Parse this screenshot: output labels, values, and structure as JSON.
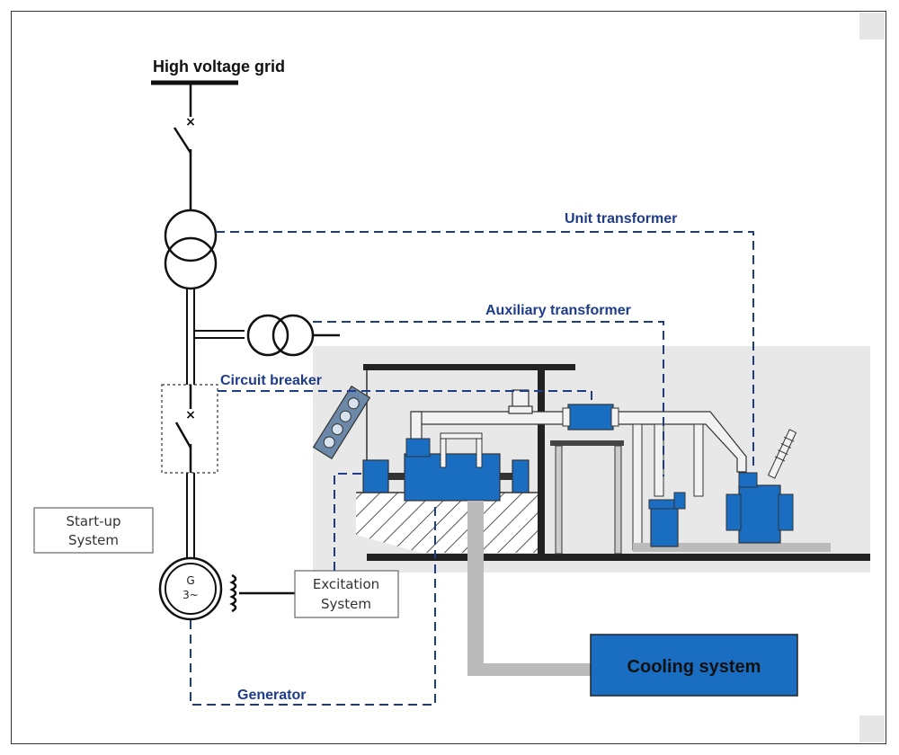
{
  "labels": {
    "grid": "High voltage grid",
    "unit_transformer": "Unit transformer",
    "aux_transformer": "Auxiliary transformer",
    "circuit_breaker": "Circuit breaker",
    "startup_line1": "Start-up",
    "startup_line2": "System",
    "excitation_line1": "Excitation",
    "excitation_line2": "System",
    "generator": "Generator",
    "cooling": "Cooling system",
    "gen_symbol_g": "G",
    "gen_symbol_phase": "3~"
  },
  "colors": {
    "dashed_blue": "#1f3c88",
    "equipment_blue": "#1a6ec2",
    "panel_gray": "#e8e8e8",
    "pipe_gray": "#bbbbbb"
  }
}
